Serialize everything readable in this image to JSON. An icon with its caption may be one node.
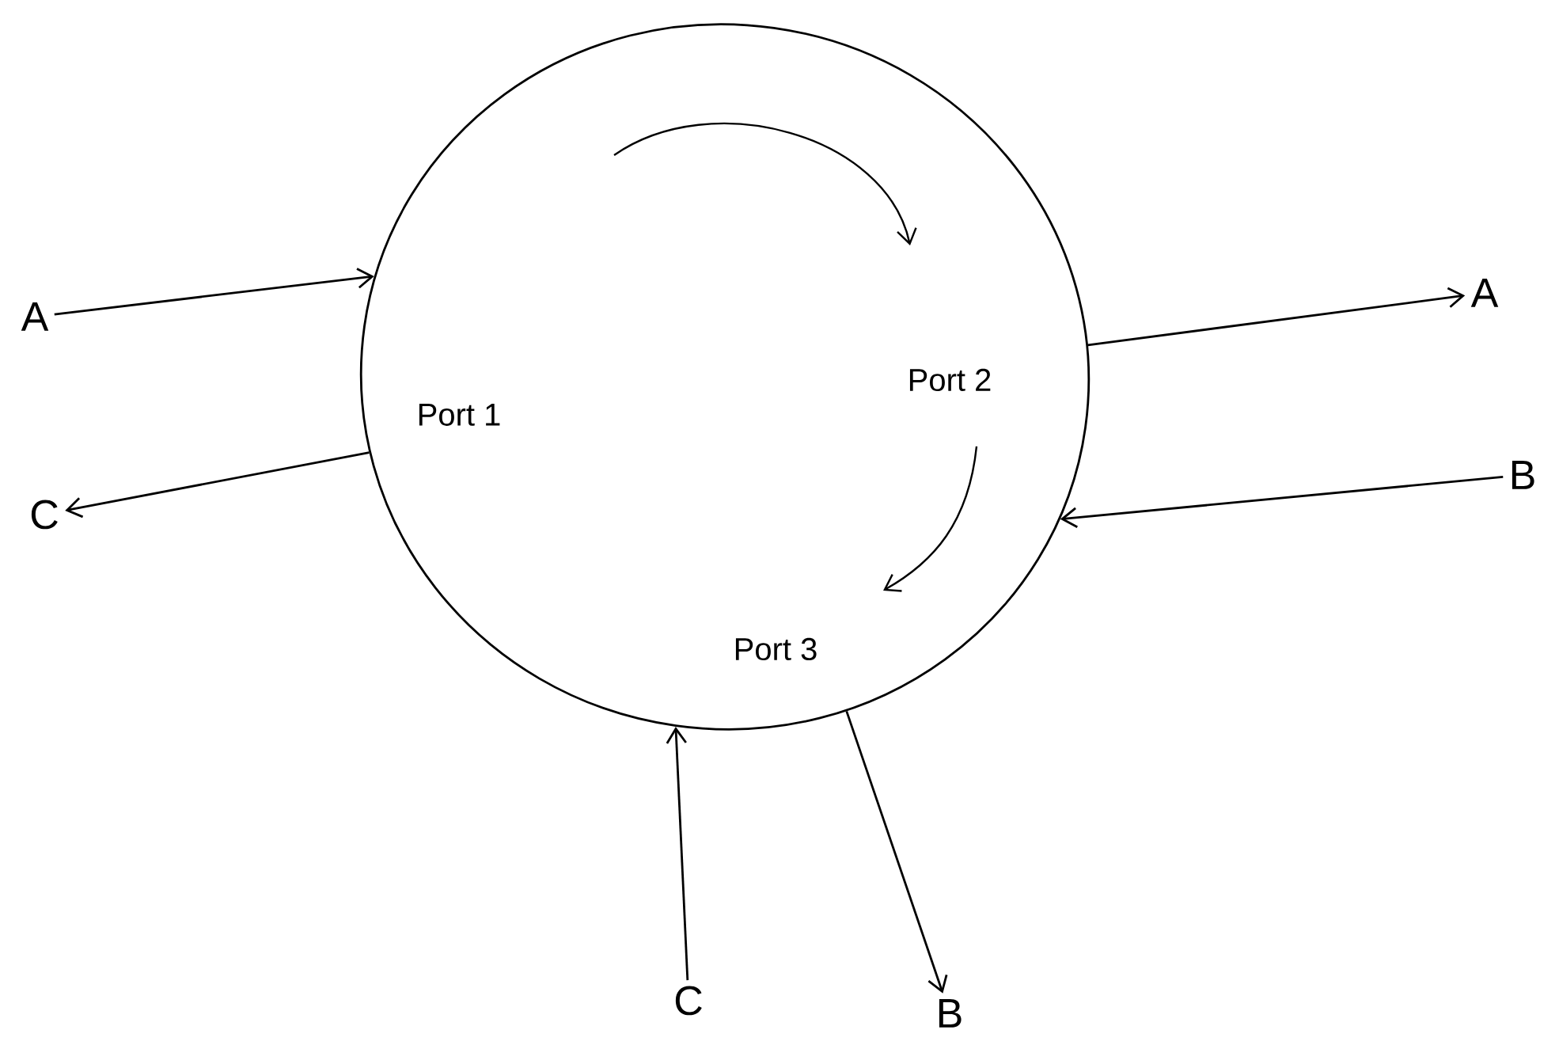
{
  "diagram": {
    "nodes": [
      {
        "text": [
          "Port 1",
          "Port 2",
          "Port 3"
        ]
      },
      {
        "text": [
          "A"
        ]
      },
      {
        "text": [
          "C"
        ]
      },
      {
        "text": [
          "A"
        ]
      },
      {
        "text": [
          "B"
        ]
      },
      {
        "text": [
          "C"
        ]
      },
      {
        "text": [
          "B"
        ]
      }
    ],
    "edges": [
      {
        "from": 1,
        "to": 0,
        "arrow": "to"
      },
      {
        "from": 0,
        "to": 2,
        "arrow": "to"
      },
      {
        "from": 0,
        "to": 3,
        "arrow": "to"
      },
      {
        "from": 4,
        "to": 0,
        "arrow": "to"
      },
      {
        "from": 5,
        "to": 0,
        "arrow": "to"
      },
      {
        "from": 0,
        "to": 6,
        "arrow": "to"
      }
    ]
  }
}
